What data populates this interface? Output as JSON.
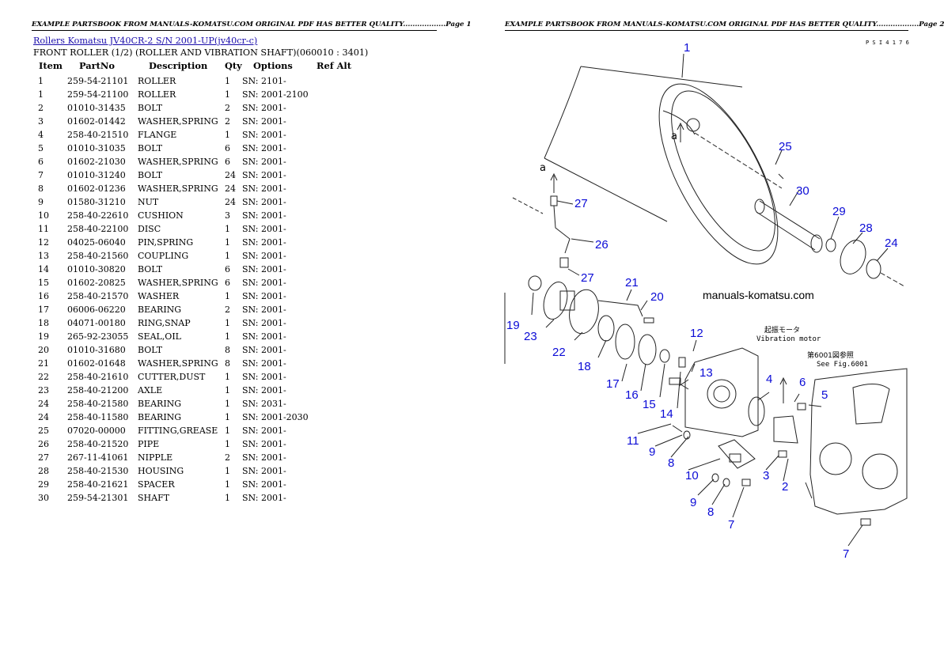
{
  "header": {
    "page1": "EXAMPLE PARTSBOOK FROM MANUALS-KOMATSU.COM ORIGINAL PDF HAS BETTER QUALITY..................Page 1",
    "page2": "EXAMPLE PARTSBOOK FROM MANUALS-KOMATSU.COM ORIGINAL PDF HAS BETTER QUALITY..................Page 2"
  },
  "document": {
    "link": "Rollers Komatsu JV40CR-2 S/N 2001-UP(jv40cr-c)",
    "subtitle": "FRONT ROLLER (1/2) (ROLLER AND VIBRATION SHAFT)(060010 : 3401)"
  },
  "table": {
    "columns": [
      "Item",
      "PartNo",
      "Description",
      "Qty",
      "Options",
      "Ref Alt"
    ],
    "rows": [
      [
        "1",
        "259-54-21101",
        "ROLLER",
        "1",
        "SN: 2101-",
        ""
      ],
      [
        "1",
        "259-54-21100",
        "ROLLER",
        "1",
        "SN: 2001-2100",
        ""
      ],
      [
        "2",
        "01010-31435",
        "BOLT",
        "2",
        "SN: 2001-",
        ""
      ],
      [
        "3",
        "01602-01442",
        "WASHER,SPRING",
        "2",
        "SN: 2001-",
        ""
      ],
      [
        "4",
        "258-40-21510",
        "FLANGE",
        "1",
        "SN: 2001-",
        ""
      ],
      [
        "5",
        "01010-31035",
        "BOLT",
        "6",
        "SN: 2001-",
        ""
      ],
      [
        "6",
        "01602-21030",
        "WASHER,SPRING",
        "6",
        "SN: 2001-",
        ""
      ],
      [
        "7",
        "01010-31240",
        "BOLT",
        "24",
        "SN: 2001-",
        ""
      ],
      [
        "8",
        "01602-01236",
        "WASHER,SPRING",
        "24",
        "SN: 2001-",
        ""
      ],
      [
        "9",
        "01580-31210",
        "NUT",
        "24",
        "SN: 2001-",
        ""
      ],
      [
        "10",
        "258-40-22610",
        "CUSHION",
        "3",
        "SN: 2001-",
        ""
      ],
      [
        "11",
        "258-40-22100",
        "DISC",
        "1",
        "SN: 2001-",
        ""
      ],
      [
        "12",
        "04025-06040",
        "PIN,SPRING",
        "1",
        "SN: 2001-",
        ""
      ],
      [
        "13",
        "258-40-21560",
        "COUPLING",
        "1",
        "SN: 2001-",
        ""
      ],
      [
        "14",
        "01010-30820",
        "BOLT",
        "6",
        "SN: 2001-",
        ""
      ],
      [
        "15",
        "01602-20825",
        "WASHER,SPRING",
        "6",
        "SN: 2001-",
        ""
      ],
      [
        "16",
        "258-40-21570",
        "WASHER",
        "1",
        "SN: 2001-",
        ""
      ],
      [
        "17",
        "06006-06220",
        "BEARING",
        "2",
        "SN: 2001-",
        ""
      ],
      [
        "18",
        "04071-00180",
        "RING,SNAP",
        "1",
        "SN: 2001-",
        ""
      ],
      [
        "19",
        "265-92-23055",
        "SEAL,OIL",
        "1",
        "SN: 2001-",
        ""
      ],
      [
        "20",
        "01010-31680",
        "BOLT",
        "8",
        "SN: 2001-",
        ""
      ],
      [
        "21",
        "01602-01648",
        "WASHER,SPRING",
        "8",
        "SN: 2001-",
        ""
      ],
      [
        "22",
        "258-40-21610",
        "CUTTER,DUST",
        "1",
        "SN: 2001-",
        ""
      ],
      [
        "23",
        "258-40-21200",
        "AXLE",
        "1",
        "SN: 2001-",
        ""
      ],
      [
        "24",
        "258-40-21580",
        "BEARING",
        "1",
        "SN: 2031-",
        ""
      ],
      [
        "24",
        "258-40-11580",
        "BEARING",
        "1",
        "SN: 2001-2030",
        ""
      ],
      [
        "25",
        "07020-00000",
        "FITTING,GREASE",
        "1",
        "SN: 2001-",
        ""
      ],
      [
        "26",
        "258-40-21520",
        "PIPE",
        "1",
        "SN: 2001-",
        ""
      ],
      [
        "27",
        "267-11-41061",
        "NIPPLE",
        "2",
        "SN: 2001-",
        ""
      ],
      [
        "28",
        "258-40-21530",
        "HOUSING",
        "1",
        "SN: 2001-",
        ""
      ],
      [
        "29",
        "258-40-21621",
        "SPACER",
        "1",
        "SN: 2001-",
        ""
      ],
      [
        "30",
        "259-54-21301",
        "SHAFT",
        "1",
        "SN: 2001-",
        ""
      ]
    ]
  },
  "diagram": {
    "figure_code": "P S I 4 1 7 6",
    "watermark": "manuals-komatsu.com",
    "vibration_motor_jp": "起振モータ",
    "vibration_motor_en": "Vibration motor",
    "see_fig_jp": "第6001図参照",
    "see_fig_en": "See Fig.6001",
    "view_label": "a",
    "callouts": [
      "1",
      "25",
      "30",
      "29",
      "28",
      "24",
      "27",
      "26",
      "27",
      "21",
      "20",
      "19",
      "23",
      "22",
      "18",
      "12",
      "13",
      "17",
      "16",
      "15",
      "14",
      "4",
      "6",
      "5",
      "11",
      "9",
      "8",
      "10",
      "3",
      "2",
      "9",
      "8",
      "7",
      "7"
    ]
  },
  "colors": {
    "callout": "#0b0bd6",
    "link": "#1a0dab"
  }
}
